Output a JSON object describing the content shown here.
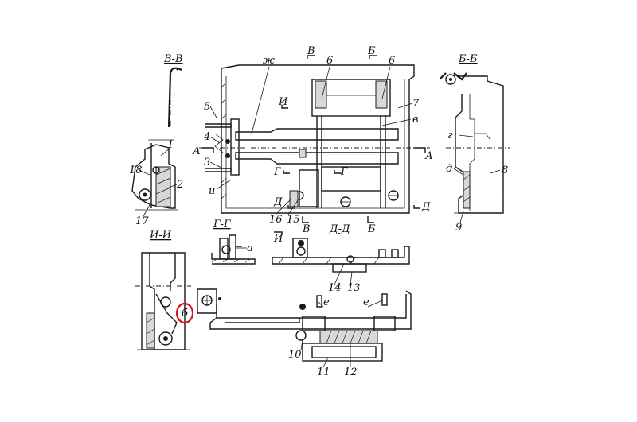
{
  "section_titles": [
    "В-В",
    "Б-Б",
    "Г-Г",
    "Д-Д",
    "И-И"
  ],
  "cut_letters": [
    "В",
    "Б",
    "И",
    "А",
    "А",
    "Г",
    "Г",
    "Д",
    "Д",
    "И",
    "В",
    "Б"
  ],
  "part_numbers": [
    "1",
    "2",
    "3",
    "4",
    "5",
    "6",
    "6",
    "7",
    "8",
    "9",
    "10",
    "11",
    "12",
    "13",
    "14",
    "15",
    "16",
    "17",
    "18"
  ],
  "detail_letters": [
    "ж",
    "в",
    "г",
    "д",
    "и",
    "а",
    "е",
    "е"
  ],
  "highlighted_label": "б",
  "colors": {
    "line": "#1a1a1a",
    "highlight": "#d6171c",
    "background": "#ffffff"
  }
}
